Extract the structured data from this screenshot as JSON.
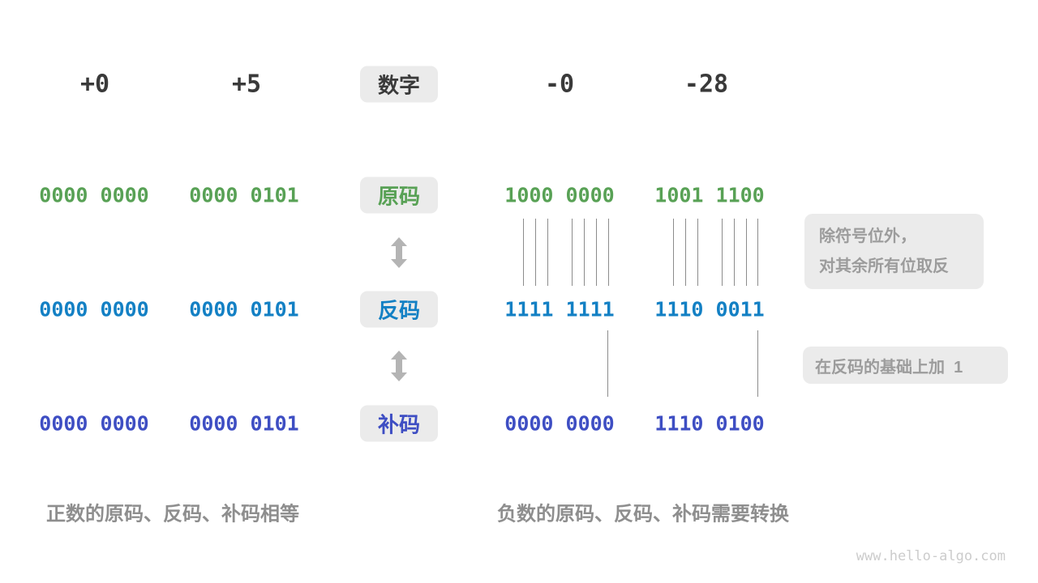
{
  "header_row": {
    "label": "数字",
    "values": [
      "+0",
      "+5",
      "-0",
      "-28"
    ]
  },
  "rows": [
    {
      "id": "sign-magnitude",
      "label": "原码",
      "color": "#58a155",
      "values": [
        "0000 0000",
        "0000 0101",
        "1000 0000",
        "1001 1100"
      ]
    },
    {
      "id": "ones-complement",
      "label": "反码",
      "color": "#1380c4",
      "values": [
        "0000 0000",
        "0000 0101",
        "1111 1111",
        "1110 0011"
      ]
    },
    {
      "id": "twos-complement",
      "label": "补码",
      "color": "#3e4ec3",
      "values": [
        "0000 0000",
        "0000 0101",
        "0000 0000",
        "1110 0100"
      ]
    }
  ],
  "notes": [
    {
      "lines": [
        "除符号位外，",
        "对其余所有位取反"
      ]
    },
    {
      "lines": [
        "在反码的基础上加  1"
      ]
    }
  ],
  "captions": {
    "left": "正数的原码、反码、补码相等",
    "right": "负数的原码、反码、补码需要转换"
  },
  "watermark": "www.hello-algo.com",
  "colors": {
    "box_bg": "#ebebeb",
    "dark_text": "#3a3a3a",
    "sign_magnitude_green": "#58a155",
    "ones_complement_blue": "#1380c4",
    "twos_complement_indigo": "#3e4ec3",
    "note_text": "#9c9c9c",
    "caption_text": "#8e8e8e",
    "line_gray": "#8c8c8c",
    "arrow_gray": "#b4b4b4",
    "watermark_gray": "#cccccc"
  }
}
